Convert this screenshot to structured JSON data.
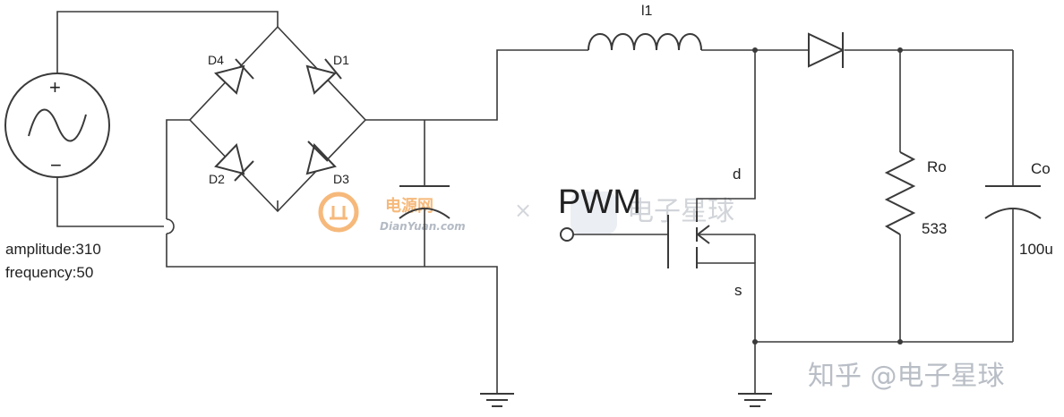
{
  "source": {
    "amplitude_text": "amplitude:310",
    "frequency_text": "frequency:50",
    "plus": "+",
    "minus": "−"
  },
  "bridge": {
    "d1": "D1",
    "d2": "D2",
    "d3": "D3",
    "d4": "D4"
  },
  "inductor_label": "l1",
  "mosfet": {
    "drain": "d",
    "source": "s",
    "gate_signal": "PWM"
  },
  "load": {
    "resistor_name": "Ro",
    "resistor_value": "533",
    "capacitor_name": "Co",
    "capacitor_value": "100u"
  },
  "watermarks": {
    "left_brand": "DianYuan.com",
    "left_cn": "电源网",
    "separator": "×",
    "center_cn": "电子星球",
    "bottom_right": "知乎 @电子星球"
  },
  "colors": {
    "wire": "#3a3a3a",
    "watermark_orange": "#f3a24f",
    "watermark_gray": "#c9cdd3"
  }
}
